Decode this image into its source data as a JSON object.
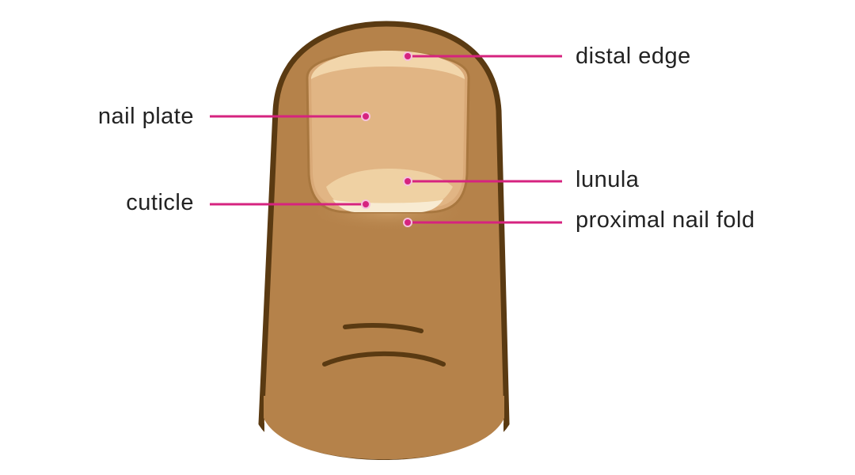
{
  "labels": {
    "distal_edge": "distal edge",
    "nail_plate": "nail plate",
    "lunula": "lunula",
    "cuticle": "cuticle",
    "proximal_nail_fold": "proximal nail fold"
  },
  "colors": {
    "skin": "#b5824a",
    "outline": "#5a3a12",
    "nail_plate": "#e1b584",
    "distal_edge": "#f2d6ab",
    "lunula": "#efd1a3",
    "leader_line": "#d6237f"
  }
}
